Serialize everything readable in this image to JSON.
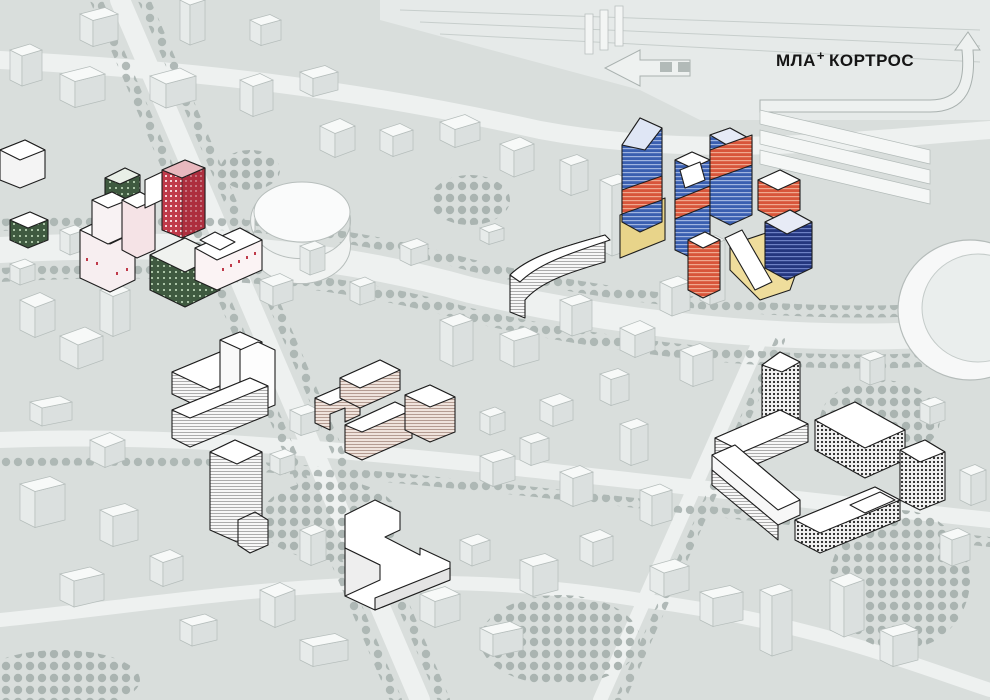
{
  "logo": {
    "brand": "МЛА",
    "plus": "+",
    "partner": "КОРТРОС"
  },
  "palette": {
    "ground": "#d9dedc",
    "road": "#ecefee",
    "tree": "#aeb8b5",
    "context_building": "#f4f6f5",
    "accent_red": "#c03a4a",
    "accent_green": "#3f5a40",
    "accent_blue": "#3a5fb0",
    "accent_orange": "#d8553a",
    "accent_yellow": "#e8d48a",
    "outline": "#1e1e1e"
  },
  "map": {
    "highlighted_clusters": [
      {
        "name": "northwest-residential",
        "colors": [
          "#c03a4a",
          "#3f5a40",
          "#f2dede"
        ]
      },
      {
        "name": "towers-northeast",
        "colors": [
          "#3a5fb0",
          "#d8553a",
          "#e8d48a"
        ]
      },
      {
        "name": "central-blocks",
        "colors": [
          "#ffffff",
          "#c9bcb6"
        ]
      },
      {
        "name": "east-courtyard",
        "colors": [
          "#ffffff",
          "#2a2a2a"
        ]
      }
    ]
  }
}
